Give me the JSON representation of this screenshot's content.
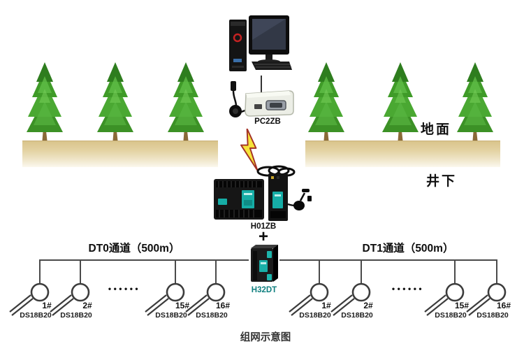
{
  "caption": "组网示意图",
  "surface": {
    "ground_label": "地面",
    "underground_label": "井下"
  },
  "devices": {
    "pc2zb_label": "PC2ZB",
    "h01zb_label": "H01ZB",
    "plus_label": "+",
    "h32dt_label": "H32DT"
  },
  "buses": [
    {
      "label": "DT0通道（500m）",
      "dots": "••••••",
      "sensors": [
        {
          "id": "1#",
          "model": "DS18B20"
        },
        {
          "id": "2#",
          "model": "DS18B20"
        },
        {
          "id": "15#",
          "model": "DS18B20"
        },
        {
          "id": "16#",
          "model": "DS18B20"
        }
      ]
    },
    {
      "label": "DT1通道（500m）",
      "dots": "••••••",
      "sensors": [
        {
          "id": "1#",
          "model": "DS18B20"
        },
        {
          "id": "2#",
          "model": "DS18B20"
        },
        {
          "id": "15#",
          "model": "DS18B20"
        },
        {
          "id": "16#",
          "model": "DS18B20"
        }
      ]
    }
  ],
  "colors": {
    "teal": "#16ada6",
    "label_teal": "#0f7f7f",
    "lightning_yellow": "#f6e43a",
    "lightning_red": "#a33226",
    "ground_tan": "#dfcb97",
    "tree_green": "#3f9b28",
    "line": "#4a4a4a"
  }
}
